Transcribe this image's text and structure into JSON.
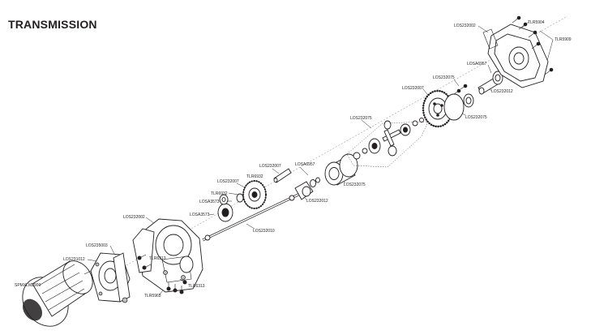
{
  "title": "TRANSMISSION",
  "labels": {
    "spm": "SPMXLM2900",
    "los231012": "LOS231012",
    "los235003": "LOS235003",
    "tlr6313_a": "TLR6313",
    "tlr5963": "TLR5963",
    "tlr6313_b": "TLR6313",
    "los232002_a": "LOS232002",
    "losa3573_a": "LOSA3573",
    "losa3573_b": "LOSA3573",
    "tlr6932_a": "TLR6932",
    "los232007_a": "LOS232007",
    "tlr6932_b": "TLR6932",
    "los232007_b": "LOS232007",
    "los232010": "LOS232010",
    "losa6957_a": "LOSA6957",
    "los232012_a": "LOS232012",
    "los232075_a": "LOS232075",
    "los232075_b": "LOS232075",
    "los232007_c": "LOS232007",
    "los232075_c": "LOS232075",
    "losa6957_b": "LOSA6957",
    "los232012_b": "LOS232012",
    "los232075_d": "LOS232075",
    "los232002_b": "LOS232002",
    "tlr5904": "TLR5904",
    "tlr5909": "TLR5909"
  }
}
